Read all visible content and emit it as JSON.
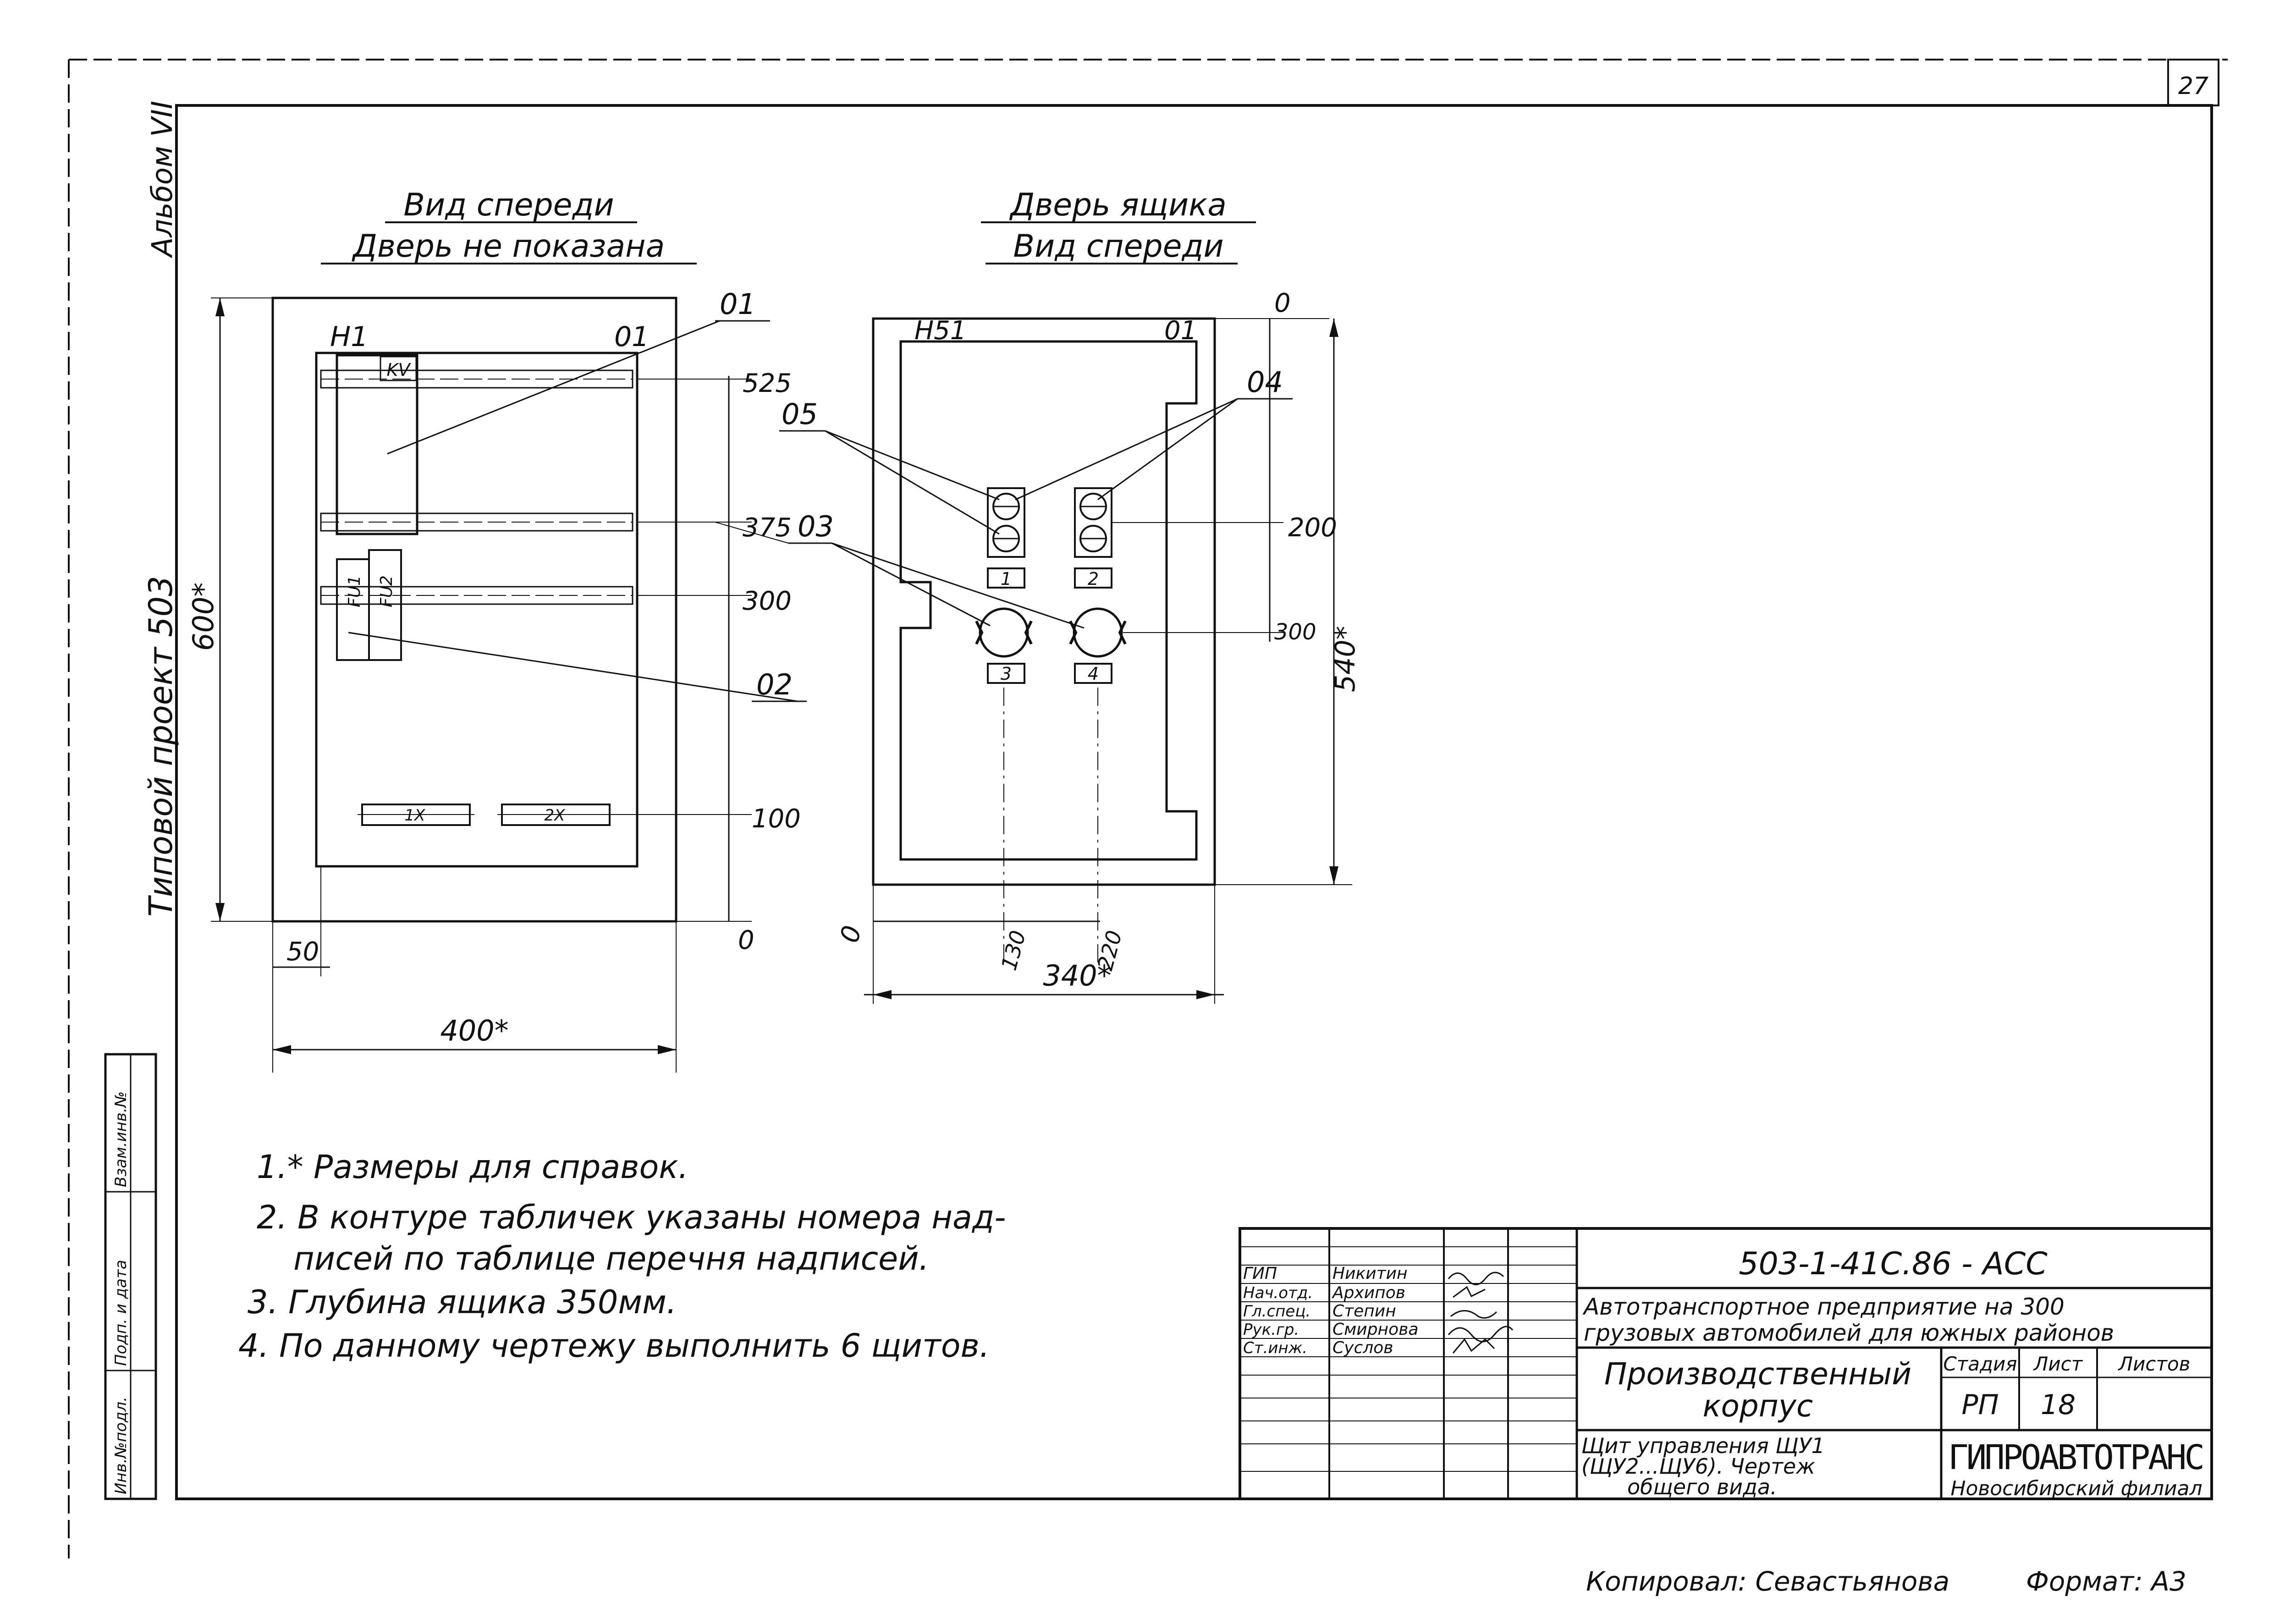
{
  "page_number": "27",
  "side_labels": {
    "album": "Альбом VII",
    "project": "Типовой проект 503"
  },
  "left_strip": [
    "Инв.№подл.",
    "Подп. и дата",
    "Взам.инв.№"
  ],
  "front_view": {
    "title_line1": "Вид спереди",
    "title_line2": "Дверь не показана",
    "panel_label": "Н1",
    "pos_label_top": "01",
    "kv_label": "KV",
    "fu1_label": "FU1",
    "fu2_label": "FU2",
    "x1_label": "1X",
    "x2_label": "2X",
    "leader_01": "01",
    "leader_02": "02",
    "dim_525": "525",
    "dim_375": "375",
    "dim_300": "300",
    "dim_100": "100",
    "dim_0": "0",
    "dim_600": "600*",
    "dim_50": "50",
    "dim_400": "400*"
  },
  "door_view": {
    "title_line1": "Дверь ящика",
    "title_line2": "Вид спереди",
    "panel_label": "Н51",
    "pos_label_top": "01",
    "leader_05": "05",
    "leader_04": "04",
    "leader_03": "03",
    "plate_1": "1",
    "plate_2": "2",
    "plate_3": "3",
    "plate_4": "4",
    "dim_0_top": "0",
    "dim_200": "200",
    "dim_300": "300",
    "dim_540": "540*",
    "dim_0_left": "0",
    "dim_130": "130",
    "dim_220": "220",
    "dim_340": "340*"
  },
  "notes": [
    "1.* Размеры для справок.",
    "2. В контуре табличек указаны номера над-",
    "писей по таблице перечня надписей.",
    "3. Глубина ящика 350мм.",
    "4. По данному чертежу выполнить 6 щитов."
  ],
  "title_block": {
    "doc_code": "503-1-41С.86 - АСС",
    "object_line1": "Автотранспортное предприятие на 300",
    "object_line2": "грузовых автомобилей для южных районов",
    "building_line1": "Производственный",
    "building_line2": "корпус",
    "stage_header": "Стадия",
    "sheet_header": "Лист",
    "sheets_header": "Листов",
    "stage_value": "РП",
    "sheet_value": "18",
    "drawing_line1": "Щит управления ЩУ1",
    "drawing_line2": "(ЩУ2...ЩУ6). Чертеж",
    "drawing_line3": "общего вида.",
    "org_name": "ГИПРОАВТОТРАНС",
    "org_branch": "Новосибирский филиал",
    "staff": [
      {
        "role": "ГИП",
        "name": "Никитин"
      },
      {
        "role": "Нач.отд.",
        "name": "Архипов"
      },
      {
        "role": "Гл.спец.",
        "name": "Степин"
      },
      {
        "role": "Рук.гр.",
        "name": "Смирнова"
      },
      {
        "role": "Ст.инж.",
        "name": "Суслов"
      }
    ]
  },
  "footer": {
    "copied": "Копировал: Севастьянова",
    "format": "Формат: А3"
  }
}
